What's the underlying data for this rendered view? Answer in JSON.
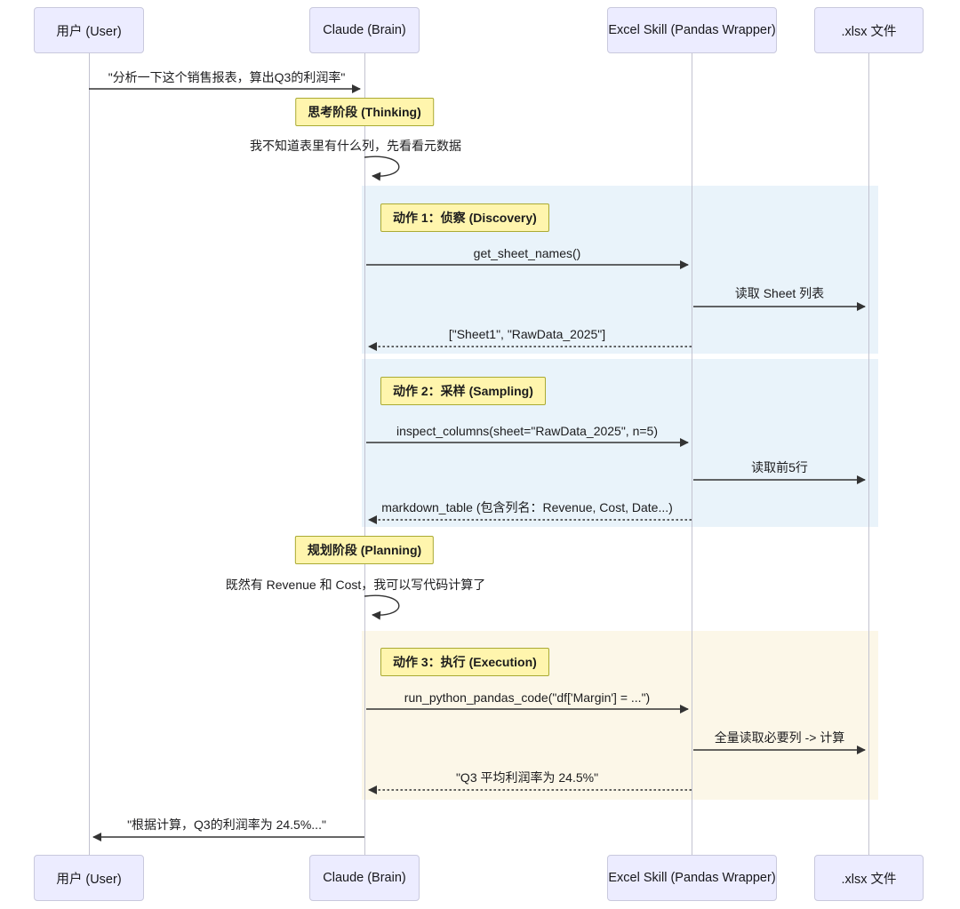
{
  "diagram_type": "sequence",
  "participants": [
    {
      "id": "user",
      "label": "用户 (User)"
    },
    {
      "id": "claude",
      "label": "Claude (Brain)"
    },
    {
      "id": "excel",
      "label": "Excel Skill (Pandas Wrapper)"
    },
    {
      "id": "xlsx",
      "label": ".xlsx 文件"
    }
  ],
  "notes": {
    "thinking": "思考阶段 (Thinking)",
    "planning": "规划阶段 (Planning)"
  },
  "self_messages": {
    "thinking": "我不知道表里有什么列，先看看元数据",
    "planning": "既然有 Revenue 和 Cost，我可以写代码计算了"
  },
  "sections": [
    {
      "label": "动作 1：侦察 (Discovery)",
      "fill": "#e9f3fa"
    },
    {
      "label": "动作 2：采样 (Sampling)",
      "fill": "#e9f3fa"
    },
    {
      "label": "动作 3：执行 (Execution)",
      "fill": "#fcf7e8"
    }
  ],
  "messages": [
    {
      "text": "\"分析一下这个销售报表，算出Q3的利润率\"",
      "from": "用户 (User)",
      "to": "Claude (Brain)",
      "line": "solid"
    },
    {
      "text": "get_sheet_names()",
      "from": "Claude (Brain)",
      "to": "Excel Skill (Pandas Wrapper)",
      "line": "solid"
    },
    {
      "text": "读取 Sheet 列表",
      "from": "Excel Skill (Pandas Wrapper)",
      "to": ".xlsx 文件",
      "line": "solid"
    },
    {
      "text": "[\"Sheet1\", \"RawData_2025\"]",
      "from": "Excel Skill (Pandas Wrapper)",
      "to": "Claude (Brain)",
      "line": "dotted"
    },
    {
      "text": "inspect_columns(sheet=\"RawData_2025\", n=5)",
      "from": "Claude (Brain)",
      "to": "Excel Skill (Pandas Wrapper)",
      "line": "solid"
    },
    {
      "text": "读取前5行",
      "from": "Excel Skill (Pandas Wrapper)",
      "to": ".xlsx 文件",
      "line": "solid"
    },
    {
      "text": "markdown_table (包含列名：Revenue, Cost, Date...)",
      "from": "Excel Skill (Pandas Wrapper)",
      "to": "Claude (Brain)",
      "line": "dotted"
    },
    {
      "text": "run_python_pandas_code(\"df['Margin'] = ...\")",
      "from": "Claude (Brain)",
      "to": "Excel Skill (Pandas Wrapper)",
      "line": "solid"
    },
    {
      "text": "全量读取必要列 -> 计算",
      "from": "Excel Skill (Pandas Wrapper)",
      "to": ".xlsx 文件",
      "line": "solid"
    },
    {
      "text": "\"Q3 平均利润率为 24.5%\"",
      "from": "Excel Skill (Pandas Wrapper)",
      "to": "Claude (Brain)",
      "line": "dotted"
    },
    {
      "text": "\"根据计算，Q3的利润率为 24.5%...\"",
      "from": "Claude (Brain)",
      "to": "用户 (User)",
      "line": "solid"
    }
  ],
  "colors": {
    "participant_fill": "#ECECFF",
    "participant_border": "#C9C9DD",
    "note_fill": "#FFF5AD",
    "note_border": "#AAAA33",
    "discovery_fill": "#E9F3FA",
    "sampling_fill": "#E9F3FA",
    "execution_fill": "#FCF7E8",
    "arrow_color": "#333333",
    "lifeline_color": "#C2C2D0"
  }
}
